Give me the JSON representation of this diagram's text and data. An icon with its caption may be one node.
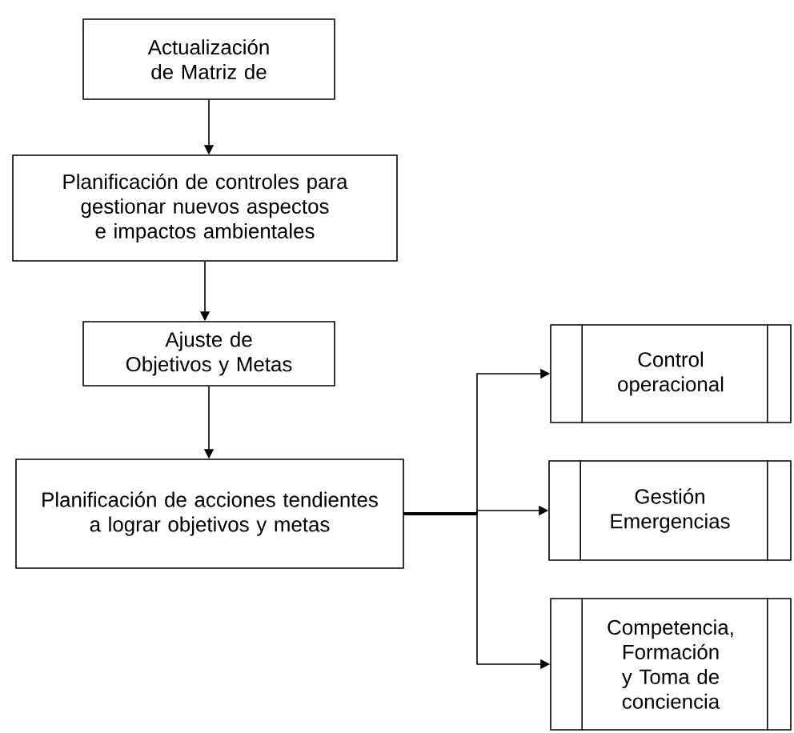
{
  "diagram": {
    "nodes": [
      {
        "text": [
          "Actualización de Matriz de"
        ]
      },
      {
        "text": [
          "Planificación de controles para gestionar nuevos aspectos e impactos ambientales"
        ]
      },
      {
        "text": [
          "Ajuste de Objetivos y Metas"
        ]
      },
      {
        "text": [
          "Planificación de acciones tendientes a lograr objetivos y metas"
        ]
      },
      {
        "text": [
          "Control operacional"
        ]
      },
      {
        "text": [
          "Gestión Emergencias"
        ]
      },
      {
        "text": [
          "Competencia, Formación y Toma de conciencia"
        ]
      }
    ],
    "edges": [
      {
        "from": 0,
        "to": 1,
        "arrow": "to"
      },
      {
        "from": 1,
        "to": 2,
        "arrow": "to"
      },
      {
        "from": 2,
        "to": 3,
        "arrow": "to"
      },
      {
        "from": 3,
        "to": 4,
        "arrow": "to"
      },
      {
        "from": 3,
        "to": 5,
        "arrow": "to"
      },
      {
        "from": 3,
        "to": 6,
        "arrow": "to"
      }
    ]
  }
}
